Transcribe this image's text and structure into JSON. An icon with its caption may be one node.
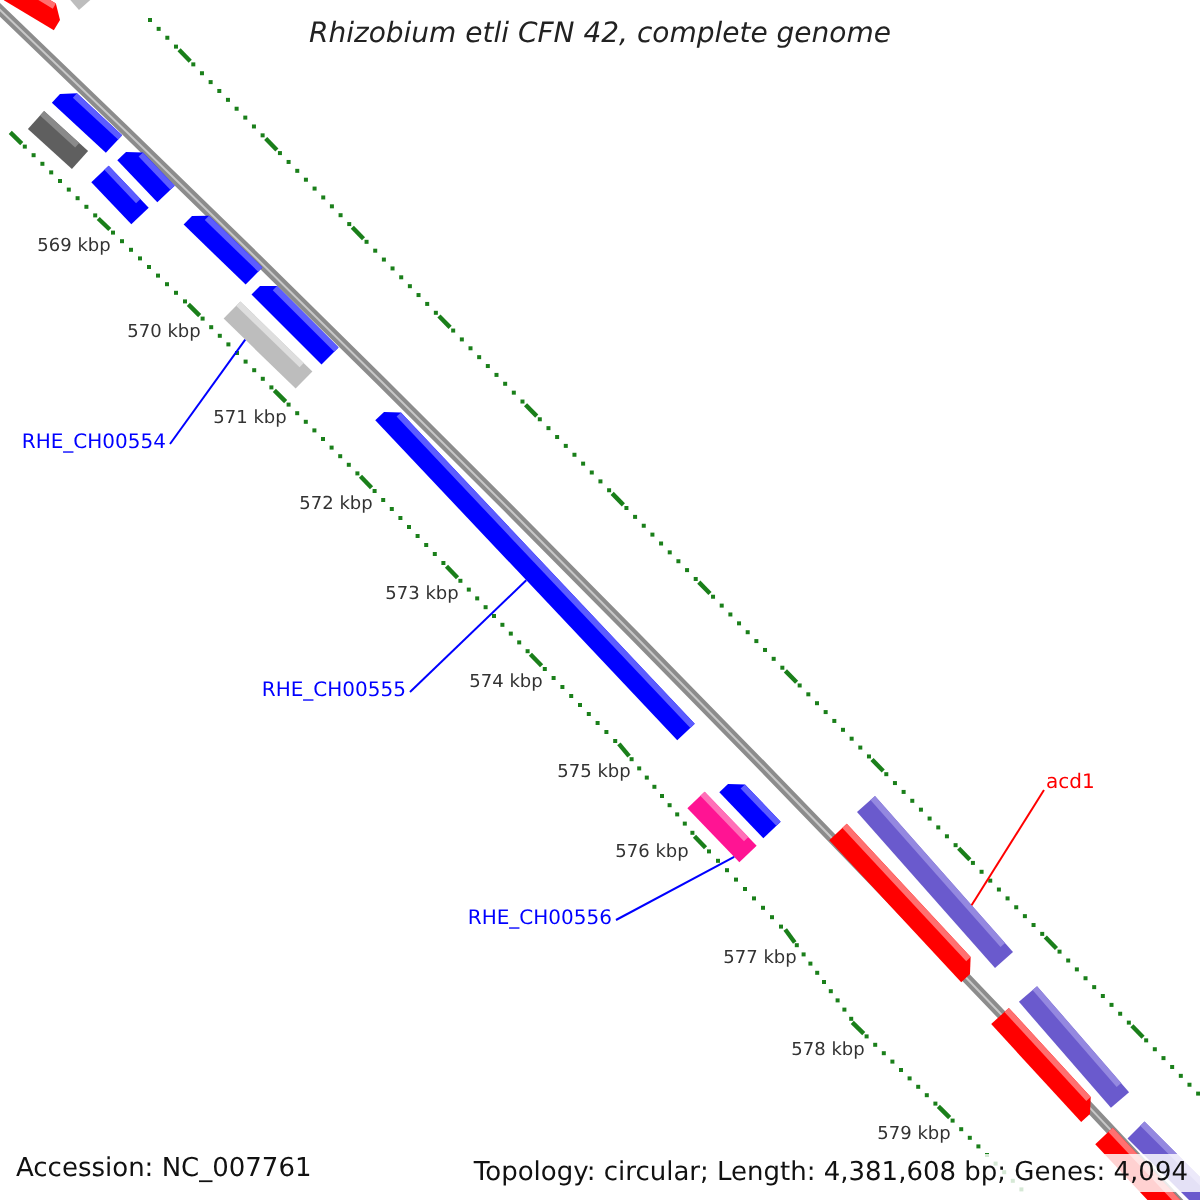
{
  "diagram": {
    "title": "Rhizobium etli CFN 42, complete genome",
    "nodes": [
      {
        "text": [
          "RHE_CH00554"
        ]
      },
      {
        "text": [],
        "shape": "bar"
      },
      {
        "text": [
          "RHE_CH00555"
        ]
      },
      {
        "text": [],
        "shape": "bar"
      },
      {
        "text": [
          "RHE_CH00556"
        ]
      },
      {
        "text": [],
        "shape": "bar"
      },
      {
        "text": [
          "acd1"
        ]
      },
      {
        "text": [],
        "shape": "bar"
      }
    ],
    "edges": [
      {
        "from": 0,
        "to": 1,
        "arrow": "none"
      },
      {
        "from": 2,
        "to": 3,
        "arrow": "none"
      },
      {
        "from": 4,
        "to": 5,
        "arrow": "none"
      },
      {
        "from": 6,
        "to": 7,
        "arrow": "none",
        "color": "#ff0000"
      }
    ],
    "labels": [
      "569 kbp",
      "570 kbp",
      "571 kbp",
      "572 kbp",
      "573 kbp",
      "574 kbp",
      "575 kbp",
      "576 kbp",
      "577 kbp",
      "578 kbp",
      "579 kbp",
      "Accession: NC_007761",
      "Topology: circular; Length: 4,381,608 bp; Genes: 4,094"
    ]
  }
}
